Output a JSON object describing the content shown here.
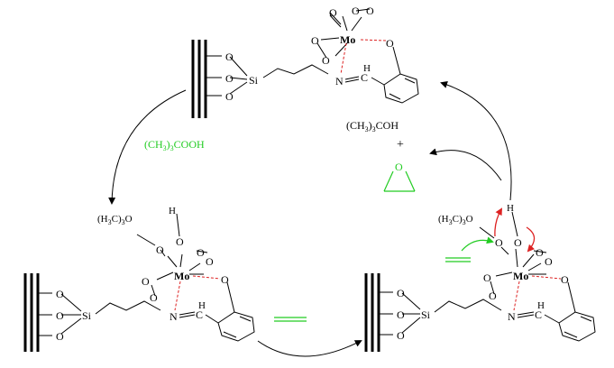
{
  "complexes": {
    "top": {
      "mo": "Mo",
      "si": "Si",
      "o": "O",
      "imine": "N=C",
      "h": "H"
    },
    "left": {
      "mo": "Mo",
      "si": "Si",
      "o": "O",
      "imine": "N=C",
      "h": "H",
      "group": "(H3C)3O"
    },
    "right": {
      "mo": "Mo",
      "si": "Si",
      "o": "O",
      "imine": "N=C",
      "h": "H",
      "group": "(H3C)3O"
    }
  },
  "reagents": {
    "tbhp": "(CH3)3COOH",
    "tbuoh": "(CH3)3COH",
    "plus": "+",
    "epoxide_o": "O"
  },
  "colors": {
    "black": "#000000",
    "green": "#22cc22",
    "red": "#dd2222"
  }
}
